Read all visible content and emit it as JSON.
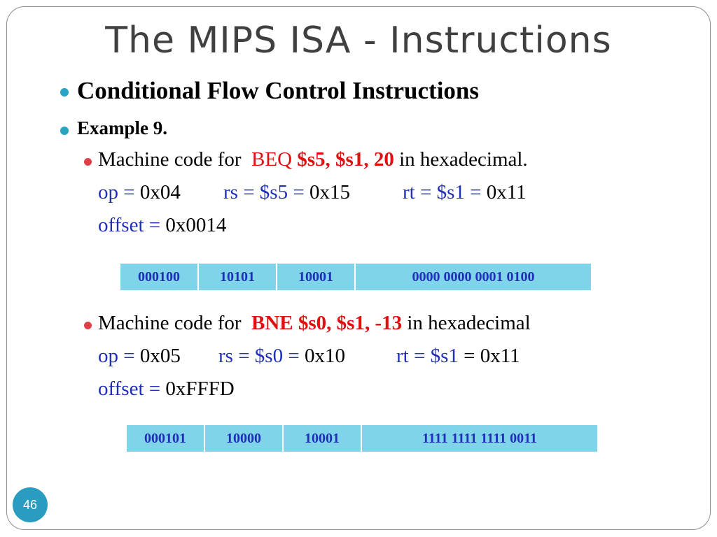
{
  "slide": {
    "title": "The MIPS ISA - Instructions",
    "heading": "Conditional Flow Control Instructions",
    "example_label": "Example 9.",
    "page_number": "46"
  },
  "example1": {
    "intro": "Machine code for",
    "instr_name": "BEQ",
    "instr_args": "$s5, $s1, 20",
    "suffix": "in hexadecimal.",
    "op_label": "op =",
    "op_value": "0x04",
    "rs_label": "rs = $s5 =",
    "rs_value": "0x15",
    "rt_label": "rt = $s1 =",
    "rt_value": "0x11",
    "offset_label": "offset =",
    "offset_value": "0x0014",
    "fields": [
      "000100",
      "10101",
      "10001",
      "0000 0000 0001 0100"
    ]
  },
  "example2": {
    "intro": "Machine code for",
    "instr": "BNE $s0, $s1, -13",
    "suffix": "in hexadecimal",
    "op_label": "op =",
    "op_value": "0x05",
    "rs_label": "rs = $s0 =",
    "rs_value": "0x10",
    "rt_label": "rt = $s1",
    "rt_value": "= 0x11",
    "offset_label": "offset =",
    "offset_value": "0xFFFD",
    "fields": [
      "000101",
      "10000",
      "10001",
      "1111 1111 1111 0011"
    ]
  },
  "colors": {
    "title": "#404040",
    "accent_blue": "#1f2fb8",
    "accent_red": "#e01010",
    "table_fill": "#80d4ea",
    "bullet_teal": "#29a3c4",
    "bullet_red": "#e0404a",
    "badge": "#2a9cc0"
  }
}
